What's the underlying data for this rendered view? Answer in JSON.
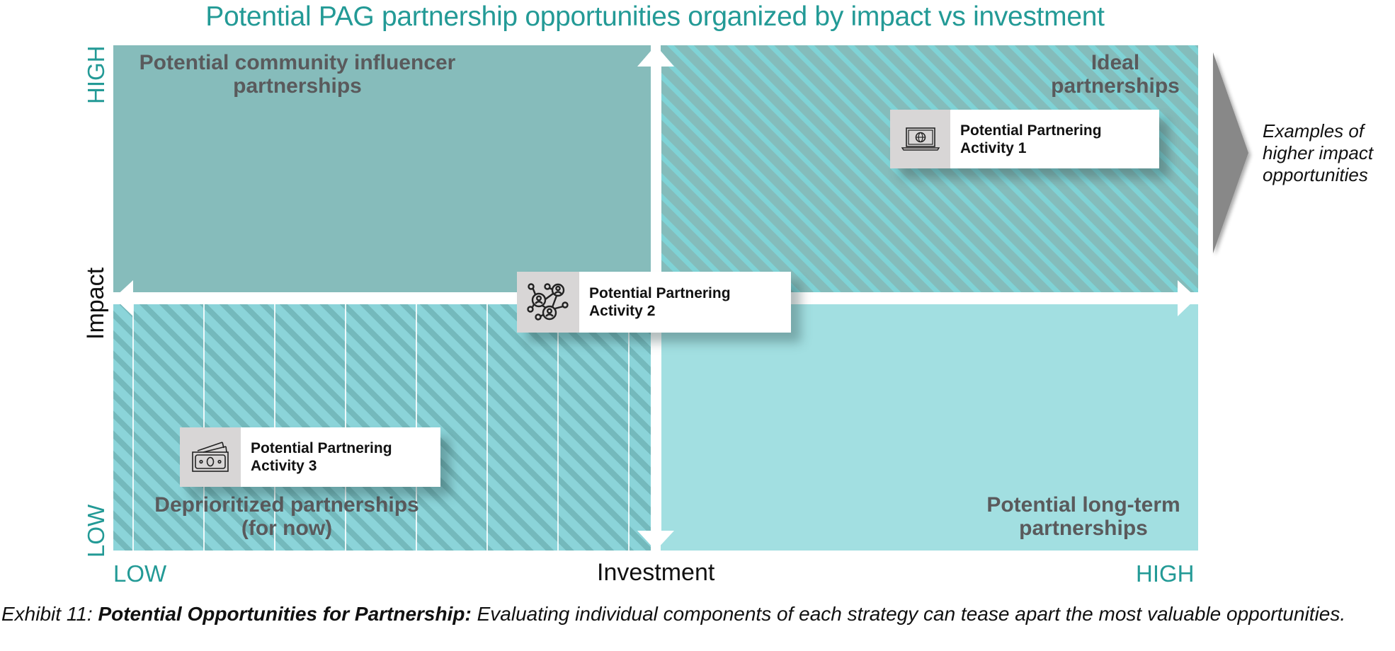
{
  "title": "Potential PAG partnership opportunities organized by impact vs investment",
  "axes": {
    "y_label": "Impact",
    "y_high": "HIGH",
    "y_low": "LOW",
    "x_label": "Investment",
    "x_low": "LOW",
    "x_high": "HIGH"
  },
  "quadrants": {
    "top_left": {
      "line1": "Potential community influencer",
      "line2": "partnerships"
    },
    "top_right": {
      "line1": "Ideal",
      "line2": "partnerships"
    },
    "bottom_left": {
      "line1": "Deprioritized partnerships",
      "line2": "(for now)"
    },
    "bottom_right": {
      "line1": "Potential long-term",
      "line2": "partnerships"
    }
  },
  "activities": [
    {
      "line1": "Potential Partnering",
      "line2": "Activity 1",
      "icon": "laptop-globe-icon"
    },
    {
      "line1": "Potential Partnering",
      "line2": "Activity 2",
      "icon": "network-people-icon"
    },
    {
      "line1": "Potential Partnering",
      "line2": "Activity 3",
      "icon": "money-bills-icon"
    }
  ],
  "side_note": {
    "line1": "Examples of",
    "line2": "higher impact",
    "line3": "opportunities"
  },
  "caption": {
    "prefix": "Exhibit 11: ",
    "bold": "Potential Opportunities for Partnership:",
    "rest": " Evaluating individual components of each strategy can tease apart the most valuable opportunities."
  },
  "colors": {
    "title_teal": "#239a96",
    "top_left_fill": "#86bcbb",
    "top_right_base": "#84bcbb",
    "top_right_stripe": "#7fd3d6",
    "bottom_left_base": "#8bd4d9",
    "bottom_left_stripe": "#74b9bc",
    "bottom_right_fill": "#a2dfe1",
    "quadrant_text": "#5a5a5c",
    "side_arrow": "#888888",
    "icon_box": "#d8d6d6"
  }
}
